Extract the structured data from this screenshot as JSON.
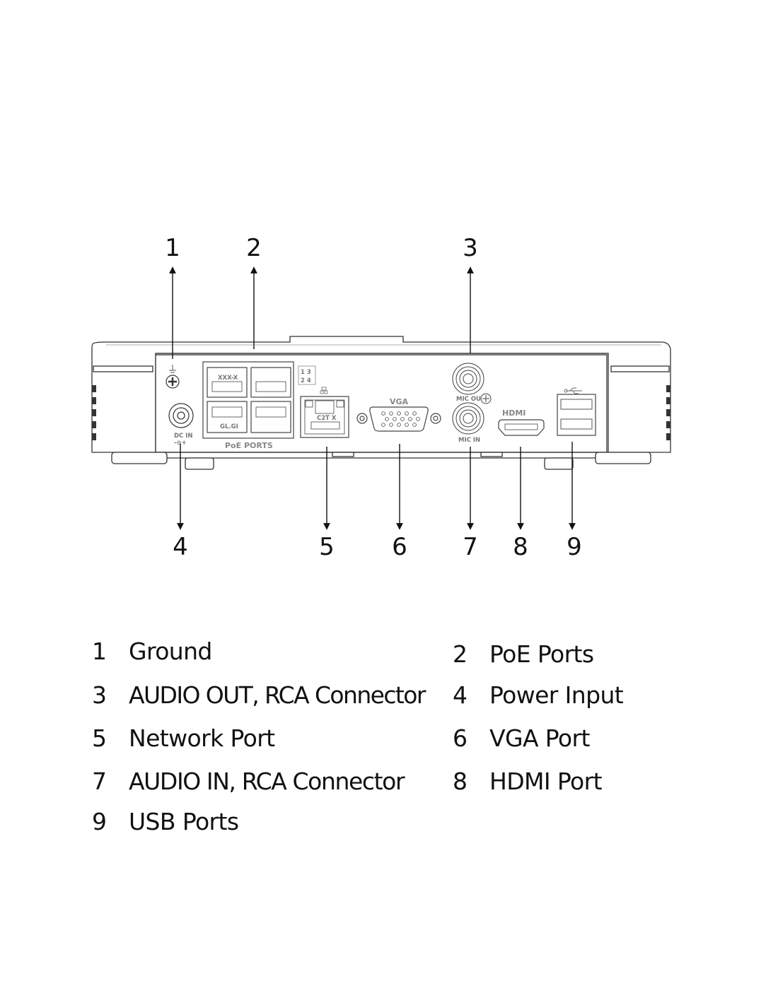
{
  "callouts": [
    {
      "number": "1",
      "target": "Ground screw"
    },
    {
      "number": "2",
      "target": "PoE ports"
    },
    {
      "number": "3",
      "target": "Audio out RCA"
    },
    {
      "number": "4",
      "target": "DC input"
    },
    {
      "number": "5",
      "target": "Network port"
    },
    {
      "number": "6",
      "target": "VGA port"
    },
    {
      "number": "7",
      "target": "Audio in RCA"
    },
    {
      "number": "8",
      "target": "HDMI port"
    },
    {
      "number": "9",
      "target": "USB ports"
    }
  ],
  "device_labels": {
    "poe_ports": "PoE PORTS",
    "poe_top_left": "XXX-X",
    "poe_bottom_left": "GL.GI",
    "port_map_row1": "1 3",
    "port_map_row2": "2 4",
    "network_port": "C2T X",
    "vga": "VGA",
    "mic_out": "MIC OUT",
    "mic_in": "MIC IN",
    "hdmi": "HDMI",
    "dc_in": "DC IN",
    "dc_polarity": "-⊙+",
    "ground_symbol": "ground-icon",
    "usb_symbol": "usb-icon",
    "network_symbol": "network-icon"
  },
  "legend": [
    {
      "number": "1",
      "label": "Ground"
    },
    {
      "number": "2",
      "label": "PoE Ports"
    },
    {
      "number": "3",
      "label": "AUDIO OUT, RCA Connector"
    },
    {
      "number": "4",
      "label": "Power Input"
    },
    {
      "number": "5",
      "label": "Network Port"
    },
    {
      "number": "6",
      "label": "VGA Port"
    },
    {
      "number": "7",
      "label": "AUDIO IN, RCA Connector"
    },
    {
      "number": "8",
      "label": "HDMI Port"
    },
    {
      "number": "9",
      "label": "USB Ports"
    }
  ]
}
